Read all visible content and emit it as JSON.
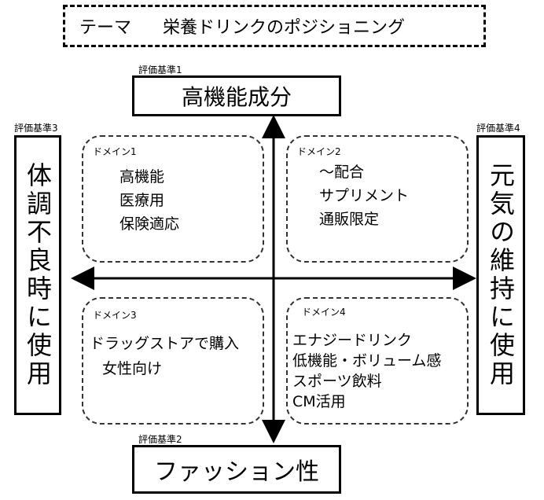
{
  "theme": {
    "label": "テーマ",
    "title": "栄養ドリンクのポジショニング"
  },
  "criteria": {
    "top": {
      "tag": "評価基準1",
      "text": "高機能成分"
    },
    "bottom": {
      "tag": "評価基準2",
      "text": "ファッション性"
    },
    "left": {
      "tag": "評価基準3",
      "text": "体調不良時に使用"
    },
    "right": {
      "tag": "評価基準4",
      "text": "元気の維持に使用"
    }
  },
  "domains": {
    "d1": {
      "label": "ドメイン1",
      "lines": [
        "高機能",
        "医療用",
        "保険適応"
      ]
    },
    "d2": {
      "label": "ドメイン2",
      "lines": [
        "〜配合",
        "サプリメント",
        "通販限定"
      ]
    },
    "d3": {
      "label": "ドメイン3",
      "lines": [
        "ドラッグストアで購入",
        "女性向け"
      ]
    },
    "d4": {
      "label": "ドメイン4",
      "lines": [
        "エナジードリンク",
        "低機能・ボリューム感",
        "スポーツ飲料",
        "CM活用"
      ]
    }
  }
}
